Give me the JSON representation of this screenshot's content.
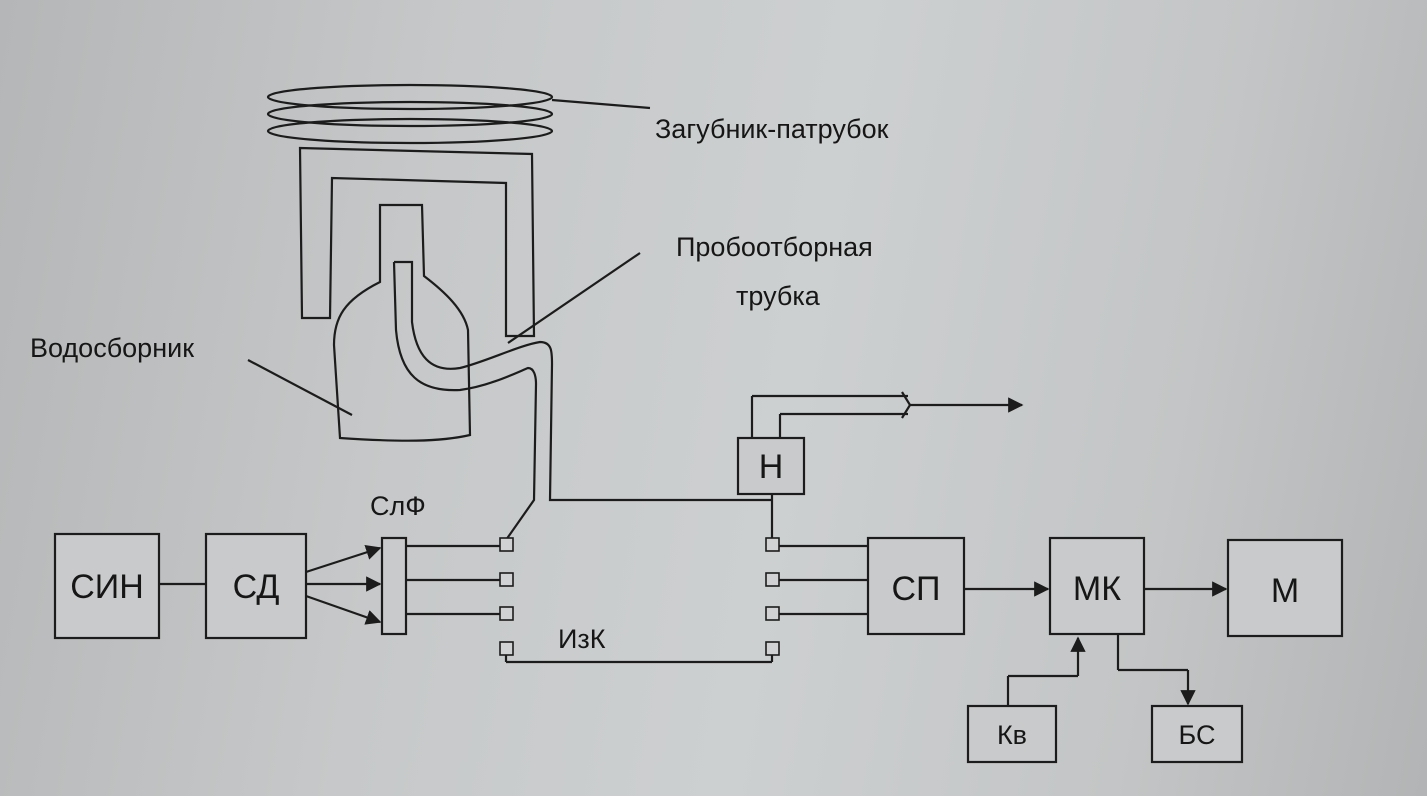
{
  "labels": {
    "cap": "Загубник-патрубок",
    "tube_line1": "Пробоотборная",
    "tube_line2": "трубка",
    "collector": "Водосборник",
    "slf": "СлФ",
    "izk": "ИзК"
  },
  "blocks": {
    "sin": "СИН",
    "sd": "СД",
    "h": "Н",
    "sp": "СП",
    "mk": "МК",
    "m": "М",
    "kv": "Кв",
    "bs": "БС"
  }
}
